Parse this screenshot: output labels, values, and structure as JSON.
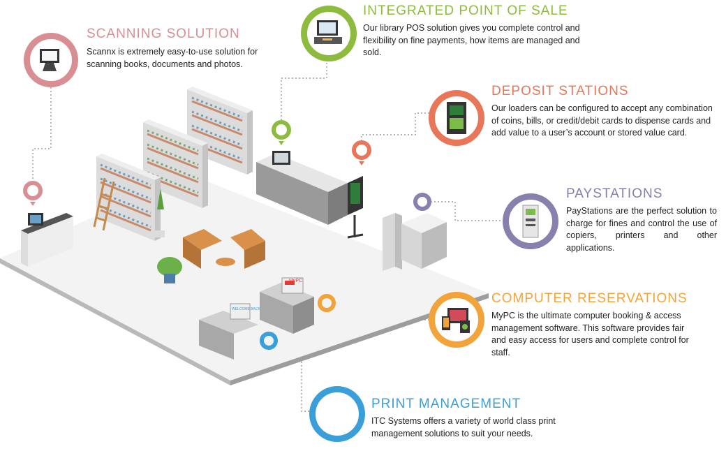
{
  "features": {
    "scanning": {
      "title": "SCANNING SOLUTION",
      "desc": "Scannx is extremely easy-to-use solution for scanning books, documents and photos.",
      "color": "#D98E93",
      "icon": "scanner-kiosk-icon"
    },
    "pos": {
      "title": "INTEGRATED POINT OF SALE",
      "desc": "Our library POS solution gives you complete control and flexibility on fine payments, how items are managed and sold.",
      "color": "#8DBB3E",
      "icon": "pos-terminal-icon"
    },
    "deposit": {
      "title": "DEPOSIT STATIONS",
      "desc": "Our loaders can be configured to accept any combination of coins, bills, or credit/debit cards to dispense cards and add value to a user’s account or stored value card.",
      "color": "#E8775A",
      "icon": "deposit-station-icon"
    },
    "paystations": {
      "title": "PAYSTATIONS",
      "desc": "PayStations are the perfect solution to charge for fines and control the use of copiers, printers and other applications.",
      "color": "#8A80AD",
      "icon": "paystation-icon"
    },
    "reservations": {
      "title": "COMPUTER RESERVATIONS",
      "desc": "MyPC is the ultimate computer booking & access management software. This software provides fair and easy access for users and complete control for staff.",
      "color": "#F2A33A",
      "icon": "computer-devices-icon"
    },
    "print": {
      "title": "PRINT MANAGEMENT",
      "desc": "ITC Systems offers a variety of world class print management solutions to suit your needs.",
      "color": "#3A9FD9",
      "icon": "print-management-icon"
    }
  },
  "scene": {
    "mypc_label": "MyPC",
    "welcome_label": "WELCOME BACK"
  }
}
